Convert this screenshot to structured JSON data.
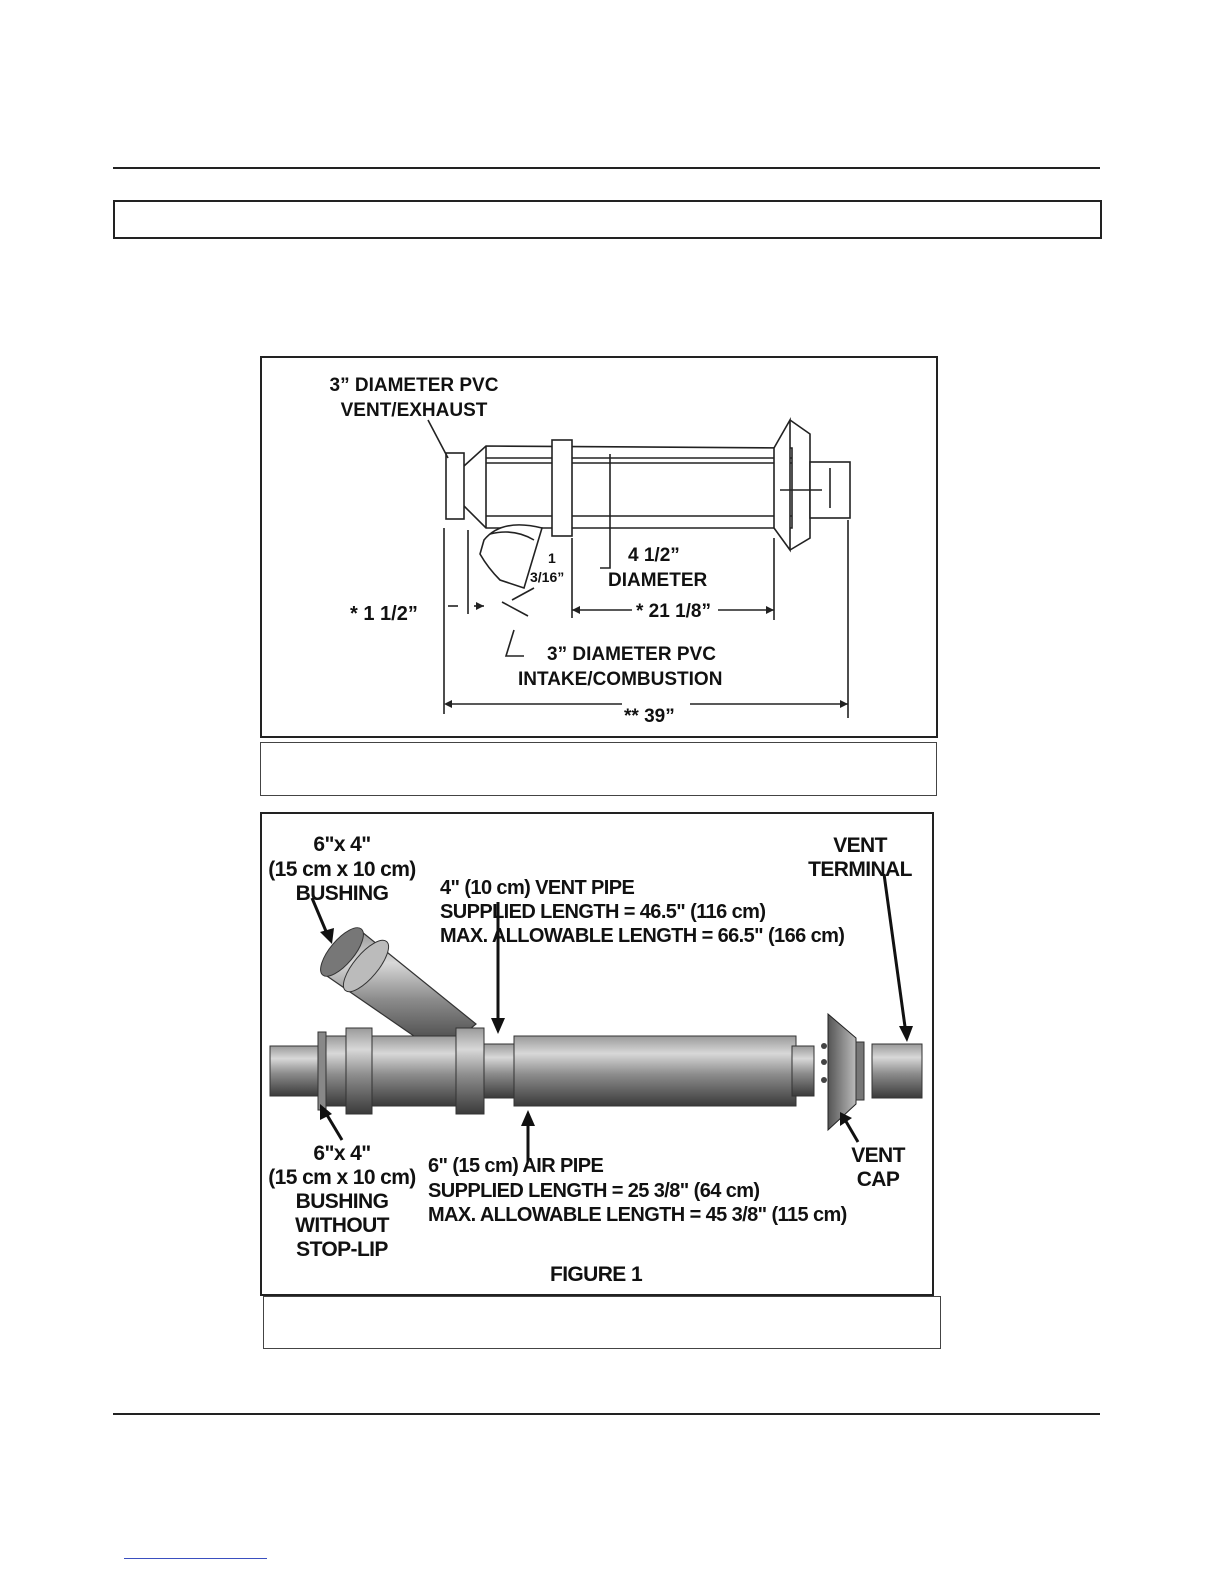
{
  "figure_a": {
    "vent_exhaust_label": [
      "3” DIAMETER PVC",
      "VENT/EXHAUST"
    ],
    "thickness_label": [
      "1",
      "3/16”"
    ],
    "diameter_label": [
      "4 1/2”",
      "DIAMETER"
    ],
    "dim_1_5": "* 1 1/2”",
    "dim_21": "* 21 1/8”",
    "intake_label": [
      "3” DIAMETER PVC",
      "INTAKE/COMBUSTION"
    ],
    "dim_39": "** 39”"
  },
  "figure_b": {
    "bushing_top": [
      "6\"x 4\"",
      "(15 cm x 10 cm)",
      "BUSHING"
    ],
    "vent_pipe": [
      "4\" (10 cm) VENT PIPE",
      "SUPPLIED LENGTH = 46.5\" (116 cm)",
      "MAX. ALLOWABLE LENGTH = 66.5\" (166 cm)"
    ],
    "vent_terminal": [
      "VENT",
      "TERMINAL"
    ],
    "bushing_bottom": [
      "6\"x 4\"",
      "(15 cm x 10 cm)",
      "BUSHING",
      "WITHOUT",
      "STOP-LIP"
    ],
    "air_pipe": [
      "6\" (15 cm) AIR PIPE",
      "SUPPLIED LENGTH = 25 3/8\" (64 cm)",
      "MAX. ALLOWABLE LENGTH = 45 3/8\" (115 cm)"
    ],
    "vent_cap": [
      "VENT",
      "CAP"
    ],
    "figure_title": "FIGURE 1"
  }
}
